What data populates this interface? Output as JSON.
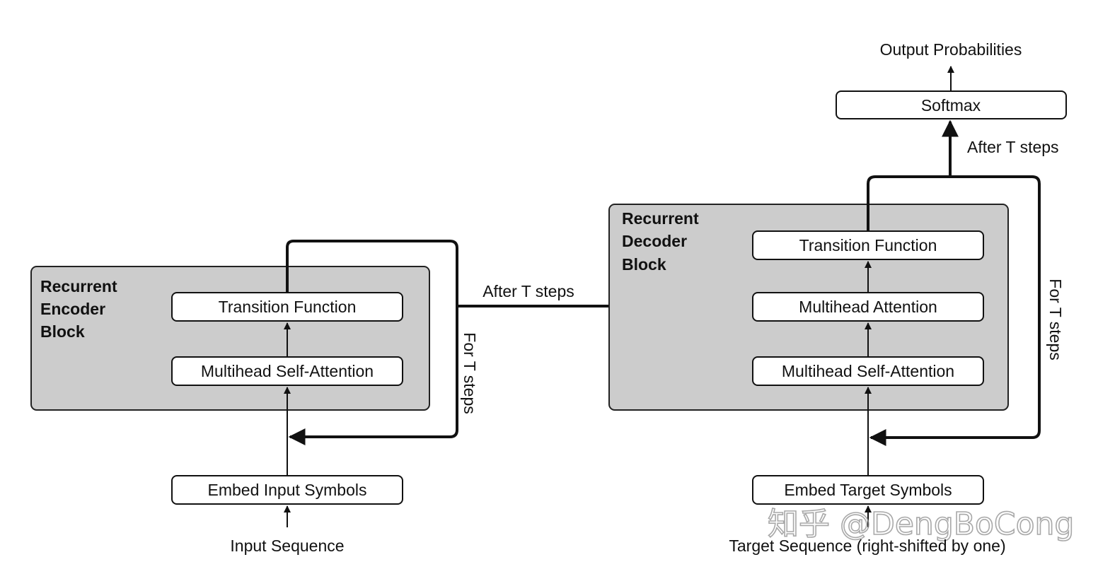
{
  "encoder": {
    "block_title": [
      "Recurrent",
      "Encoder",
      "Block"
    ],
    "transition": "Transition Function",
    "self_attention": "Multihead Self-Attention",
    "embed": "Embed Input Symbols",
    "input": "Input Sequence",
    "loop_label": "For T steps"
  },
  "connector_label": "After T steps",
  "decoder": {
    "block_title": [
      "Recurrent",
      "Decoder",
      "Block"
    ],
    "transition": "Transition Function",
    "attention": "Multihead Attention",
    "self_attention": "Multihead Self-Attention",
    "embed": "Embed Target Symbols",
    "input": "Target Sequence (right-shifted by one)",
    "loop_label": "For T steps"
  },
  "output": {
    "softmax": "Softmax",
    "after_label": "After T steps",
    "probabilities": "Output Probabilities"
  },
  "watermark": "知乎 @DengBoCong"
}
